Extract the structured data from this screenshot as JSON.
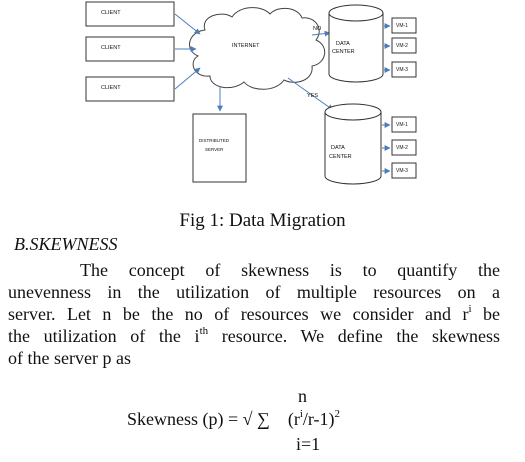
{
  "figure": {
    "clients": [
      "CLIENT",
      "CLIENT",
      "CLIENT"
    ],
    "internet_label": "INTERNET",
    "server_label_line1": "DISTRIBUTED",
    "server_label_line2": "SERVER",
    "edge_no": "NO",
    "edge_yes": "YES",
    "datacenter_line1": "DATA",
    "datacenter_line2": "CENTER",
    "vms_top": [
      "VM-1",
      "VM-2",
      "VM-3"
    ],
    "vms_bottom": [
      "VM-1",
      "VM-2",
      "VM-3"
    ]
  },
  "caption": "Fig 1: Data Migration",
  "section_heading": "B.SKEWNESS",
  "paragraph": {
    "l1": "The concept of skewness is to quantify the",
    "l2": "unevenness in the utilization of multiple resources on a",
    "l3a": "server. Let n be the no of resources we consider and r",
    "l3sup": "i",
    "l3b": " be",
    "l4": "the utilization of the i",
    "l4sup": "th",
    "l4b": " resource. We define the skewness",
    "l5": "of the server p as"
  },
  "formula": {
    "upper": "n",
    "lhs": "Skewness (p) = √ ∑",
    "term_a": "(r",
    "term_sup": "i",
    "term_b": "/r-1)",
    "term_pow": "2",
    "lower": "i=1"
  }
}
